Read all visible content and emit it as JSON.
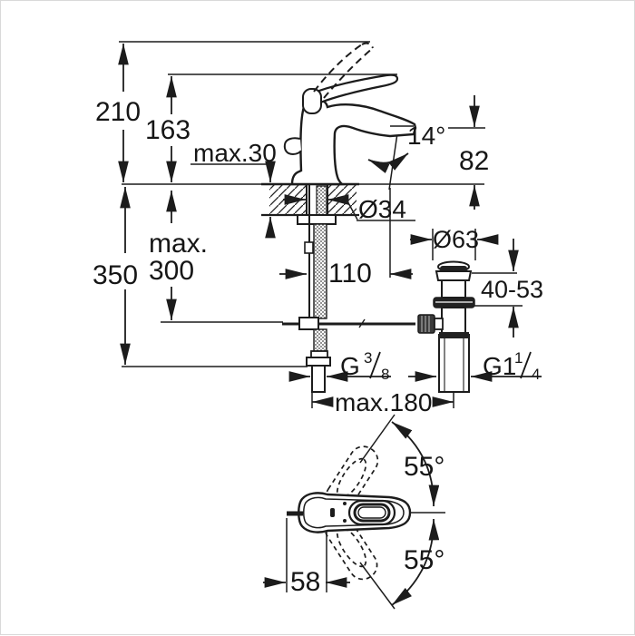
{
  "drawing": {
    "kind": "faucet-installation-dimension-drawing",
    "line_color": "#1c1c1c",
    "background": "#ffffff",
    "labels": {
      "total_height": "210",
      "open_height": "163",
      "deck_thickness": "max.30",
      "under_deck_height": "350",
      "hose_length_1": "max.",
      "hose_length_2": "300",
      "spout_reach": "110",
      "hole_diameter": "Ø34",
      "spout_height": "82",
      "stream_angle": "14°",
      "waste_flange_diameter": "Ø63",
      "waste_adjust_range": "40-53",
      "supply_thread_prefix": "G",
      "supply_thread_num": "3",
      "supply_thread_den": "8",
      "waste_thread_prefix": "G1",
      "waste_thread_num": "1",
      "waste_thread_den": "4",
      "max_spread": "max.180",
      "swing_upper": "55°",
      "swing_lower": "55°",
      "rod_offset": "58"
    }
  }
}
